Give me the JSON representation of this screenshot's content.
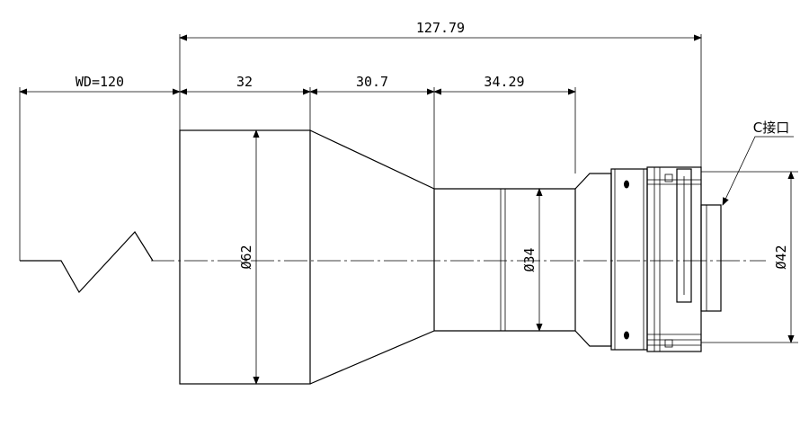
{
  "drawing": {
    "dimensions": {
      "overall_length": "127.79",
      "working_distance": "WD=120",
      "front_section": "32",
      "taper_section": "30.7",
      "rear_section": "34.29",
      "front_diameter": "Ø62",
      "barrel_diameter": "Ø34",
      "mount_diameter": "Ø42"
    },
    "callout": {
      "mount_label": "C接口"
    }
  }
}
